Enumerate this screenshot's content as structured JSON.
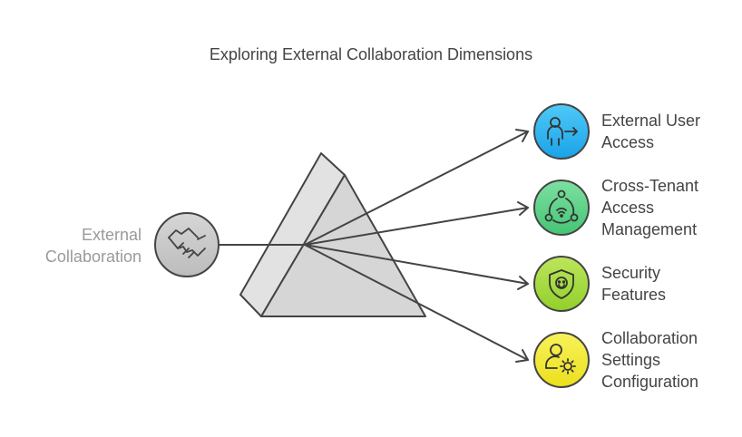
{
  "title": "Exploring External Collaboration Dimensions",
  "source": {
    "line1": "External",
    "line2": "Collaboration",
    "icon": "handshake-icon",
    "color": "#c8c8c8"
  },
  "items": [
    {
      "lines": [
        "External User",
        "Access"
      ],
      "icon": "user-arrow-icon",
      "color": "#2fb6ef"
    },
    {
      "lines": [
        "Cross-Tenant",
        "Access",
        "Management"
      ],
      "icon": "network-share-icon",
      "color": "#5fd18a"
    },
    {
      "lines": [
        "Security",
        "Features"
      ],
      "icon": "shield-icon",
      "color": "#a6dc3a"
    },
    {
      "lines": [
        "Collaboration",
        "Settings",
        "Configuration"
      ],
      "icon": "user-gear-icon",
      "color": "#f2ea34"
    }
  ]
}
